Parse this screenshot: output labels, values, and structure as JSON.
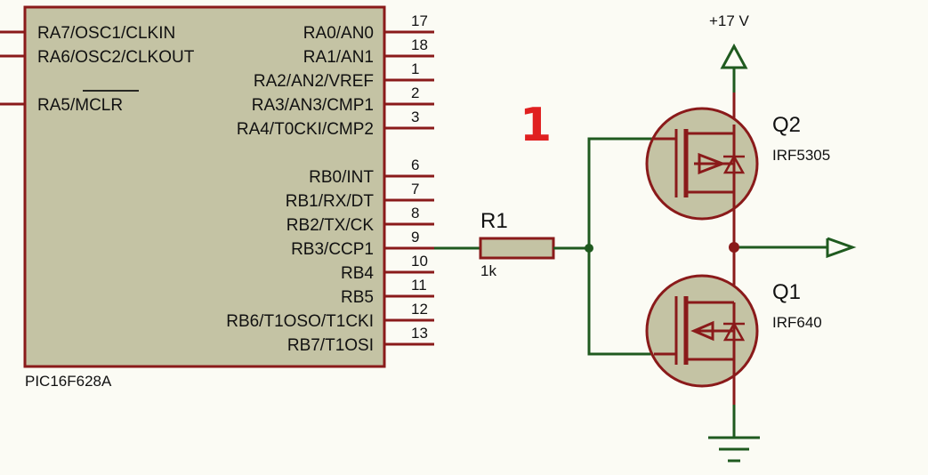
{
  "chip": {
    "name": "PIC16F628A",
    "left_pins": [
      "RA7/OSC1/CLKIN",
      "RA6/OSC2/CLKOUT",
      "RA5/MCLR"
    ],
    "mclr_overbar_text": "MCLR",
    "right_pins": [
      {
        "label": "RA0/AN0",
        "num": "17"
      },
      {
        "label": "RA1/AN1",
        "num": "18"
      },
      {
        "label": "RA2/AN2/VREF",
        "num": "1"
      },
      {
        "label": "RA3/AN3/CMP1",
        "num": "2"
      },
      {
        "label": "RA4/T0CKI/CMP2",
        "num": "3"
      },
      {
        "label": "RB0/INT",
        "num": "6"
      },
      {
        "label": "RB1/RX/DT",
        "num": "7"
      },
      {
        "label": "RB2/TX/CK",
        "num": "8"
      },
      {
        "label": "RB3/CCP1",
        "num": "9"
      },
      {
        "label": "RB4",
        "num": "10"
      },
      {
        "label": "RB5",
        "num": "11"
      },
      {
        "label": "RB6/T1OSO/T1CKI",
        "num": "12"
      },
      {
        "label": "RB7/T1OSI",
        "num": "13"
      }
    ]
  },
  "resistor": {
    "ref": "R1",
    "value": "1k"
  },
  "q2": {
    "ref": "Q2",
    "part": "IRF5305"
  },
  "q1": {
    "ref": "Q1",
    "part": "IRF640"
  },
  "supply": {
    "label": "+17 V"
  },
  "marker": {
    "text": "1",
    "color": "#e02020"
  },
  "colors": {
    "wire_red": "#8a1a1a",
    "wire_green": "#1f5a1f",
    "body": "#c4c3a4"
  }
}
